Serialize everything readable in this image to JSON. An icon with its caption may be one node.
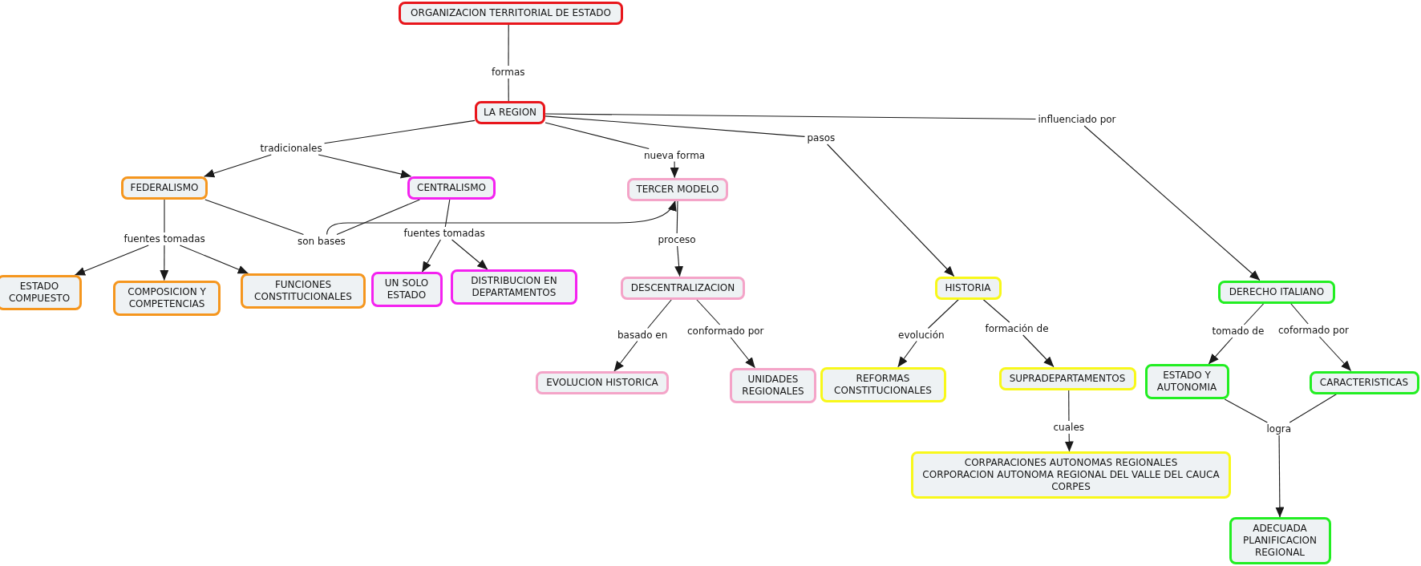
{
  "diagram": {
    "nodes": [
      {
        "text": [
          "ORGANIZACION TERRITORIAL DE ESTADO"
        ]
      },
      {
        "text": [
          "formas"
        ]
      },
      {
        "text": [
          "LA REGION"
        ]
      },
      {
        "text": [
          "tradicionales"
        ]
      },
      {
        "text": [
          "nueva forma"
        ]
      },
      {
        "text": [
          "pasos"
        ]
      },
      {
        "text": [
          "influenciado por"
        ]
      },
      {
        "text": [
          "FEDERALISMO"
        ]
      },
      {
        "text": [
          "CENTRALISMO"
        ]
      },
      {
        "text": [
          "TERCER MODELO"
        ]
      },
      {
        "text": [
          "fuentes tomadas"
        ]
      },
      {
        "text": [
          "son bases"
        ]
      },
      {
        "text": [
          "fuentes tomadas"
        ]
      },
      {
        "text": [
          "proceso"
        ]
      },
      {
        "text": [
          "ESTADO COMPUESTO"
        ]
      },
      {
        "text": [
          "COMPOSICION Y COMPETENCIAS"
        ]
      },
      {
        "text": [
          "FUNCIONES CONSTITUCIONALES"
        ]
      },
      {
        "text": [
          "UN SOLO ESTADO"
        ]
      },
      {
        "text": [
          "DISTRIBUCION EN DEPARTAMENTOS"
        ]
      },
      {
        "text": [
          "DESCENTRALIZACION"
        ]
      },
      {
        "text": [
          "HISTORIA"
        ]
      },
      {
        "text": [
          "DERECHO ITALIANO"
        ]
      },
      {
        "text": [
          "basado en"
        ]
      },
      {
        "text": [
          "conformado por"
        ]
      },
      {
        "text": [
          "evolución"
        ]
      },
      {
        "text": [
          "formación de"
        ]
      },
      {
        "text": [
          "tomado de"
        ]
      },
      {
        "text": [
          "coformado por"
        ]
      },
      {
        "text": [
          "EVOLUCION HISTORICA"
        ]
      },
      {
        "text": [
          "UNIDADES REGIONALES"
        ]
      },
      {
        "text": [
          "REFORMAS CONSTITUCIONALES"
        ]
      },
      {
        "text": [
          "SUPRADEPARTAMENTOS"
        ]
      },
      {
        "text": [
          "ESTADO Y AUTONOMIA"
        ]
      },
      {
        "text": [
          "CARACTERISTICAS"
        ]
      },
      {
        "text": [
          "cuales"
        ]
      },
      {
        "text": [
          "logra"
        ]
      },
      {
        "text": [
          "CORPARACIONES AUTONOMAS REGIONALES",
          "CORPORACION AUTONOMA REGIONAL DEL VALLE DEL CAUCA",
          "CORPES"
        ]
      },
      {
        "text": [
          "ADECUADA PLANIFICACION REGIONAL"
        ]
      }
    ],
    "edges": [
      {
        "from": 0,
        "to": 1,
        "arrow": "none"
      },
      {
        "from": 1,
        "to": 2,
        "arrow": "none"
      },
      {
        "from": 2,
        "to": 3,
        "arrow": "none"
      },
      {
        "from": 3,
        "to": 7,
        "arrow": "to"
      },
      {
        "from": 3,
        "to": 8,
        "arrow": "to"
      },
      {
        "from": 2,
        "to": 4,
        "arrow": "none"
      },
      {
        "from": 4,
        "to": 9,
        "arrow": "to"
      },
      {
        "from": 2,
        "to": 5,
        "arrow": "none"
      },
      {
        "from": 5,
        "to": 20,
        "arrow": "to"
      },
      {
        "from": 2,
        "to": 6,
        "arrow": "none"
      },
      {
        "from": 6,
        "to": 21,
        "arrow": "to"
      },
      {
        "from": 7,
        "to": 10,
        "arrow": "none"
      },
      {
        "from": 10,
        "to": 14,
        "arrow": "to"
      },
      {
        "from": 10,
        "to": 15,
        "arrow": "to"
      },
      {
        "from": 10,
        "to": 16,
        "arrow": "to"
      },
      {
        "from": 7,
        "to": 11,
        "arrow": "none"
      },
      {
        "from": 8,
        "to": 11,
        "arrow": "none"
      },
      {
        "from": 11,
        "to": 9,
        "arrow": "to"
      },
      {
        "from": 8,
        "to": 12,
        "arrow": "none"
      },
      {
        "from": 12,
        "to": 17,
        "arrow": "to"
      },
      {
        "from": 12,
        "to": 18,
        "arrow": "to"
      },
      {
        "from": 9,
        "to": 13,
        "arrow": "none"
      },
      {
        "from": 13,
        "to": 19,
        "arrow": "to"
      },
      {
        "from": 19,
        "to": 22,
        "arrow": "none"
      },
      {
        "from": 22,
        "to": 28,
        "arrow": "to"
      },
      {
        "from": 19,
        "to": 23,
        "arrow": "none"
      },
      {
        "from": 23,
        "to": 29,
        "arrow": "to"
      },
      {
        "from": 20,
        "to": 24,
        "arrow": "none"
      },
      {
        "from": 24,
        "to": 30,
        "arrow": "to"
      },
      {
        "from": 20,
        "to": 25,
        "arrow": "none"
      },
      {
        "from": 25,
        "to": 31,
        "arrow": "to"
      },
      {
        "from": 31,
        "to": 34,
        "arrow": "none"
      },
      {
        "from": 34,
        "to": 36,
        "arrow": "to"
      },
      {
        "from": 21,
        "to": 26,
        "arrow": "none"
      },
      {
        "from": 26,
        "to": 32,
        "arrow": "to"
      },
      {
        "from": 21,
        "to": 27,
        "arrow": "none"
      },
      {
        "from": 27,
        "to": 33,
        "arrow": "to"
      },
      {
        "from": 32,
        "to": 35,
        "arrow": "none"
      },
      {
        "from": 33,
        "to": 35,
        "arrow": "none"
      },
      {
        "from": 35,
        "to": 37,
        "arrow": "to"
      }
    ]
  }
}
